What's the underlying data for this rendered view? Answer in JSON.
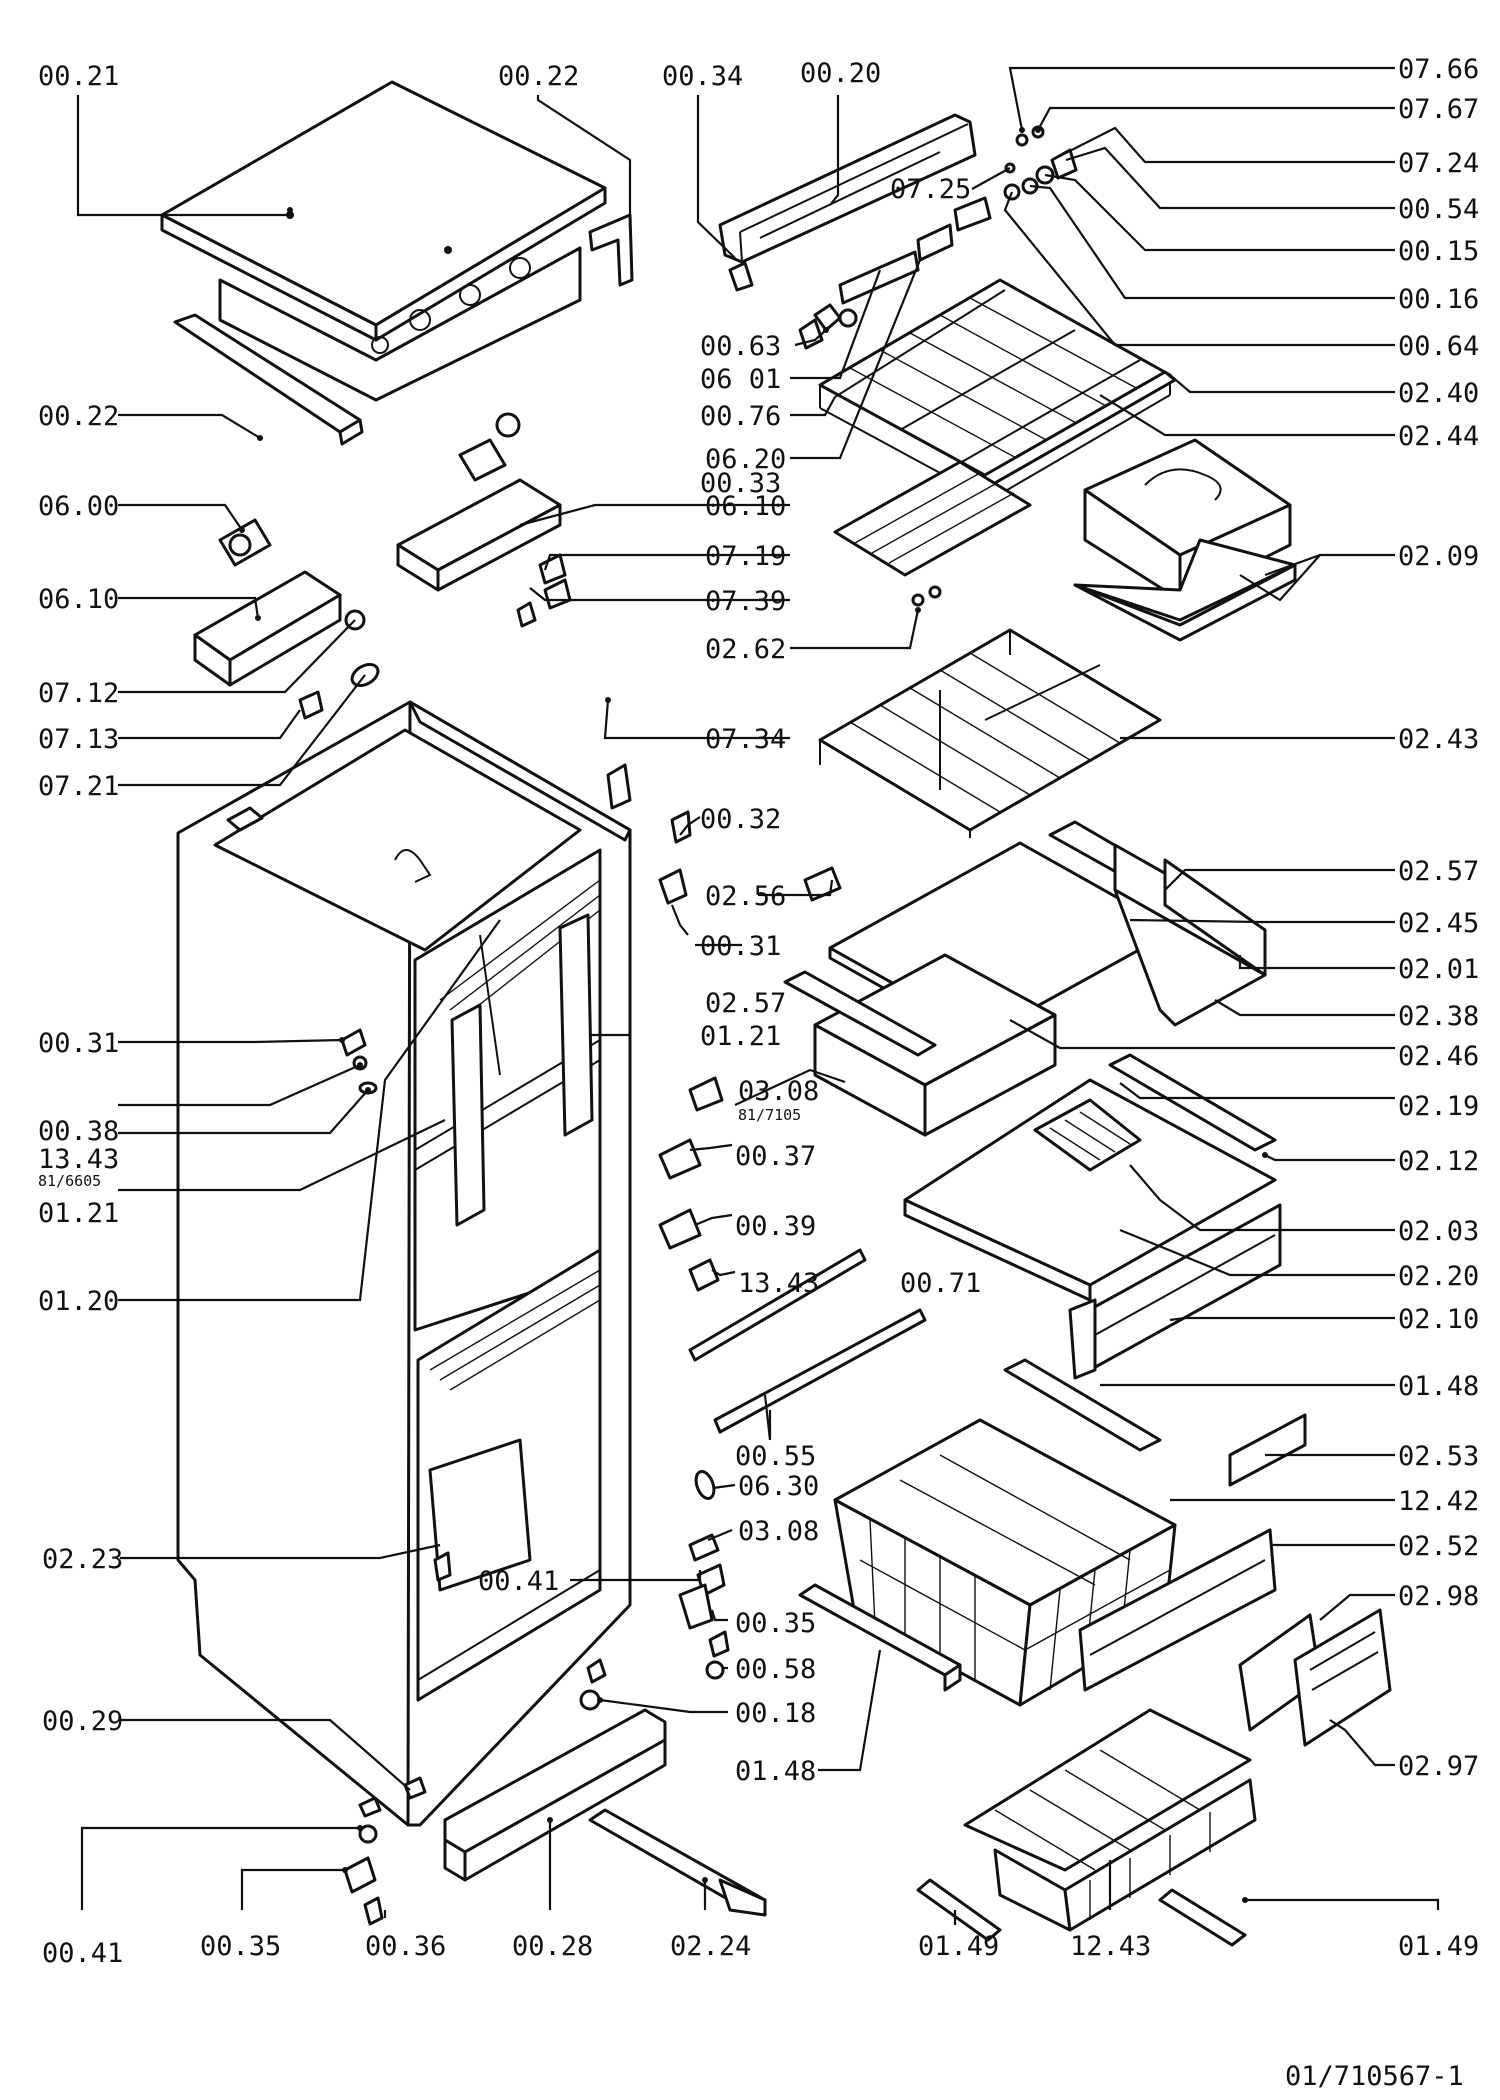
{
  "diagram": {
    "drawing_number": "01/710567-1",
    "labels": {
      "l0021": "00.21",
      "l0022a": "00.22",
      "l0034": "00.34",
      "l0020": "00.20",
      "l0766": "07.66",
      "l0767": "07.67",
      "l0724": "07.24",
      "l0725": "07.25",
      "l0054": "00.54",
      "l0015": "00.15",
      "l0016": "00.16",
      "l0063": "00.63",
      "l0601": "06 01",
      "l0064": "00.64",
      "l0076": "00.76",
      "l0240": "02.40",
      "l0244": "02.44",
      "l0022b": "00.22",
      "l0620": "06.20",
      "l0033": "00.33",
      "l0600": "06.00",
      "l0610a": "06.10",
      "l0610b": "06.10",
      "l0719": "07.19",
      "l0209": "02.09",
      "l0739": "07.39",
      "l0712": "07.12",
      "l0262": "02.62",
      "l0713": "07.13",
      "l0734": "07.34",
      "l0243": "02.43",
      "l0721": "07.21",
      "l0032": "00.32",
      "l0257a": "02.57",
      "l0256": "02.56",
      "l0245": "02.45",
      "l0031a": "00.31",
      "l0201": "02.01",
      "l0257b": "02.57",
      "l0238": "02.38",
      "l0121a": "01.21",
      "l0031b": "00.31",
      "l0246": "02.46",
      "l0308a": "03.08",
      "l0308a_sub": "81/7105",
      "l0038": "00.38",
      "l0219": "02.19",
      "l1343a": "13.43",
      "l1343a_sub": "81/6605",
      "l0037": "00.37",
      "l0212": "02.12",
      "l0121b": "01.21",
      "l0039": "00.39",
      "l0203": "02.03",
      "l1343b": "13.43",
      "l0071": "00.71",
      "l0220": "02.20",
      "l0120": "01.20",
      "l0210": "02.10",
      "l0148a": "01.48",
      "l0055": "00.55",
      "l0253": "02.53",
      "l0630": "06.30",
      "l1242": "12.42",
      "l0308b": "03.08",
      "l0252": "02.52",
      "l0223": "02.23",
      "l0041a": "00.41",
      "l0035a": "00.35",
      "l0298": "02.98",
      "l0058": "00.58",
      "l0018": "00.18",
      "l0029": "00.29",
      "l0297": "02.97",
      "l0148b": "01.48",
      "l0041b": "00.41",
      "l0035b": "00.35",
      "l0036": "00.36",
      "l0028": "00.28",
      "l0224": "02.24",
      "l0149a": "01.49",
      "l1243": "12.43",
      "l0149b": "01.49"
    }
  }
}
